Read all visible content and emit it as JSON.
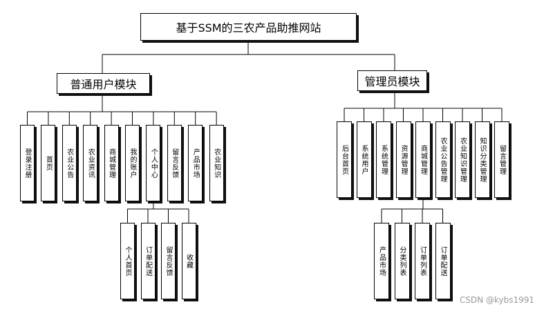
{
  "root": "基于SSM的三农产品助推网站",
  "user": {
    "title": "普通用户模块",
    "children": [
      "登录注册",
      "首页",
      "农业公告",
      "农业资讯",
      "商城管理",
      "我的账户",
      "个人中心",
      "留言反馈",
      "产品市场",
      "农业知识"
    ],
    "personal_center": [
      "个人首页",
      "订单配送",
      "留言反馈",
      "收藏"
    ]
  },
  "admin": {
    "title": "管理员模块",
    "children": [
      "后台首页",
      "系统用户",
      "系统管理",
      "资源管理",
      "商城管理",
      "农业公告管理",
      "农业知识管理",
      "知识分类管理",
      "留言管理"
    ],
    "mall": [
      "产品市场",
      "分类列表",
      "订单列表",
      "订单配送"
    ]
  },
  "watermark": "CSDN @kybs1991"
}
